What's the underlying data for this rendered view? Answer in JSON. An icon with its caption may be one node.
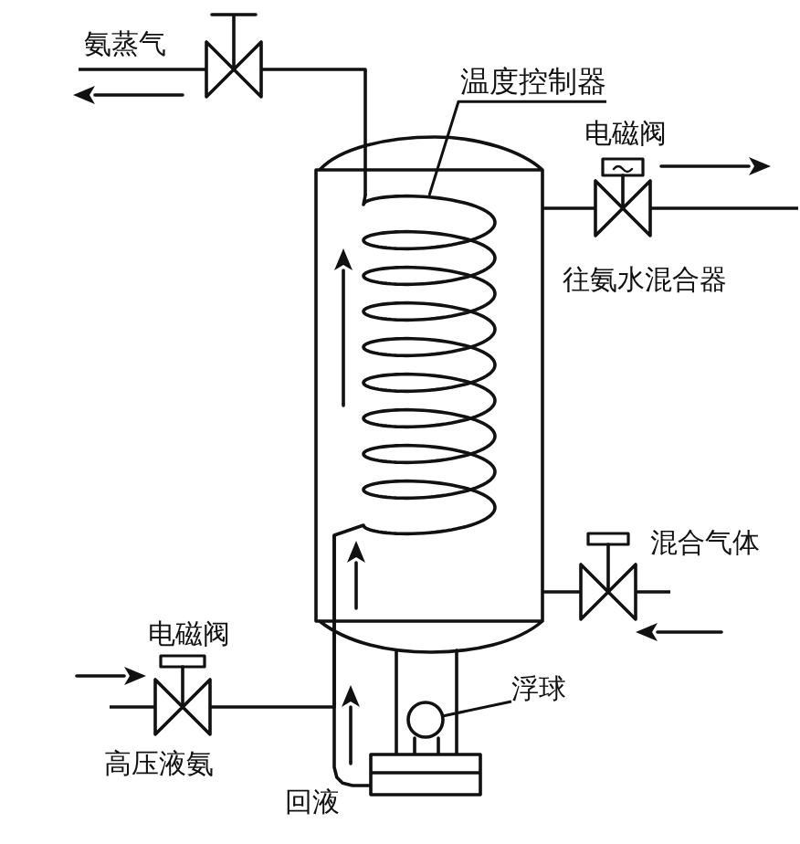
{
  "diagram": {
    "nodes": [
      {
        "text": [
          "氨蒸气"
        ]
      },
      {
        "text": [],
        "shape": "valve"
      },
      {
        "text": [
          "温度控制器"
        ]
      },
      {
        "text": [],
        "shape": "cylinder"
      },
      {
        "text": [],
        "shape": "picture",
        "in": 3
      },
      {
        "text": [],
        "shape": "valve",
        "beside": [
          "电磁阀"
        ]
      },
      {
        "text": [],
        "shape": "valve"
      },
      {
        "text": [],
        "shape": "valve",
        "beside": [
          "电磁阀"
        ]
      },
      {
        "text": [],
        "shape": "box"
      },
      {
        "text": [],
        "shape": "circle",
        "in": 8
      },
      {
        "text": [
          "浮球"
        ]
      }
    ],
    "edges": [
      {
        "from": 2,
        "to": 4,
        "arrow": "none"
      },
      {
        "from": 4,
        "to": 1,
        "arrow": "none"
      },
      {
        "from": 1,
        "to": 0,
        "arrow": "none"
      },
      {
        "from": 3,
        "to": 5,
        "arrow": "none"
      },
      {
        "from": 5,
        "to": null,
        "arrow": "none"
      },
      {
        "from": 6,
        "to": 3,
        "arrow": "none"
      },
      {
        "from": null,
        "to": 6,
        "arrow": "none"
      },
      {
        "from": null,
        "to": 7,
        "arrow": "none"
      },
      {
        "from": 7,
        "to": 4,
        "arrow": "none"
      },
      {
        "from": 8,
        "to": 4,
        "arrow": "none"
      },
      {
        "from": 10,
        "to": 9,
        "arrow": "none"
      }
    ],
    "labels": [
      "往氨水混合器",
      "混合气体",
      "高压液氨",
      "回液"
    ]
  }
}
